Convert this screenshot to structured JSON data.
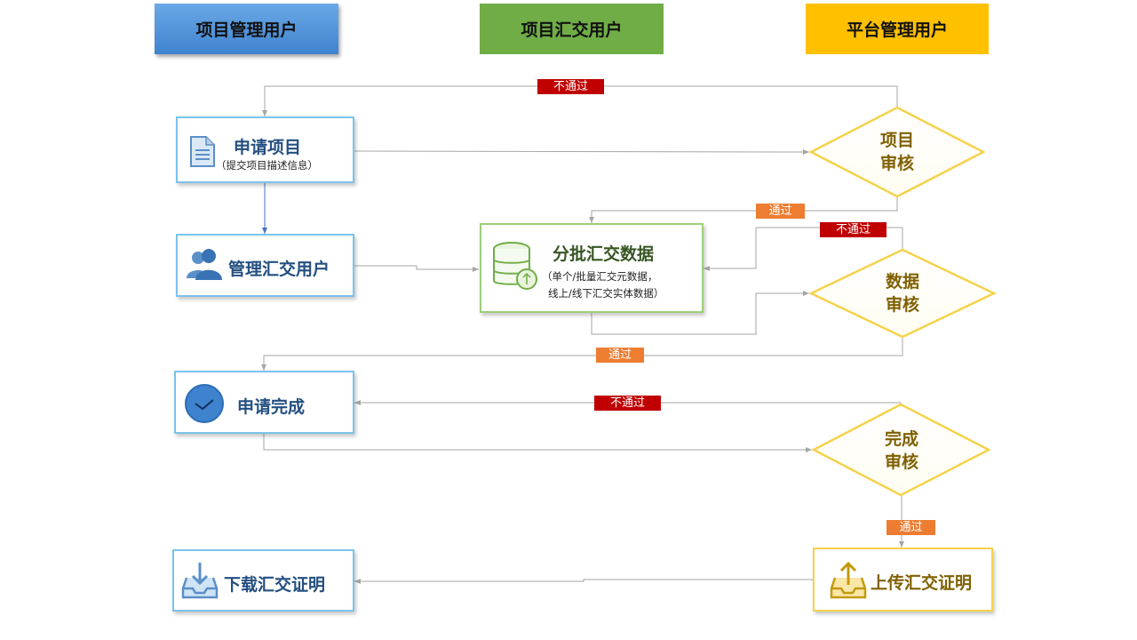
{
  "lanes": {
    "project_admin": "项目管理用户",
    "submitter": "项目汇交用户",
    "platform_admin": "平台管理用户"
  },
  "nodes": {
    "apply_project": {
      "title": "申请项目",
      "subtitle": "（提交项目描述信息）"
    },
    "manage_submitters": {
      "title": "管理汇交用户"
    },
    "batch_submit": {
      "title": "分批汇交数据",
      "subtitle_line1": "（单个/批量汇交元数据，",
      "subtitle_line2": "线上/线下汇交实体数据）"
    },
    "apply_complete": {
      "title": "申请完成"
    },
    "download_certificate": {
      "title": "下载汇交证明"
    },
    "upload_certificate": {
      "title": "上传汇交证明"
    },
    "project_review": {
      "line1": "项目",
      "line2": "审核"
    },
    "data_review": {
      "line1": "数据",
      "line2": "审核"
    },
    "complete_review": {
      "line1": "完成",
      "line2": "审核"
    }
  },
  "tags": {
    "fail_project": "不通过",
    "pass_project": "通过",
    "fail_data": "不通过",
    "pass_data": "通过",
    "fail_complete": "不通过",
    "pass_complete": "通过"
  },
  "colors": {
    "project_admin_lane": "#4a90d9",
    "submitter_lane": "#70ad47",
    "platform_admin_lane": "#ffc000",
    "fail_tag": "#c00000",
    "pass_tag": "#ed7d31",
    "connector": "#a6a6a6",
    "diamond_border": "#f6d24a",
    "diamond_text": "#7f6000"
  }
}
